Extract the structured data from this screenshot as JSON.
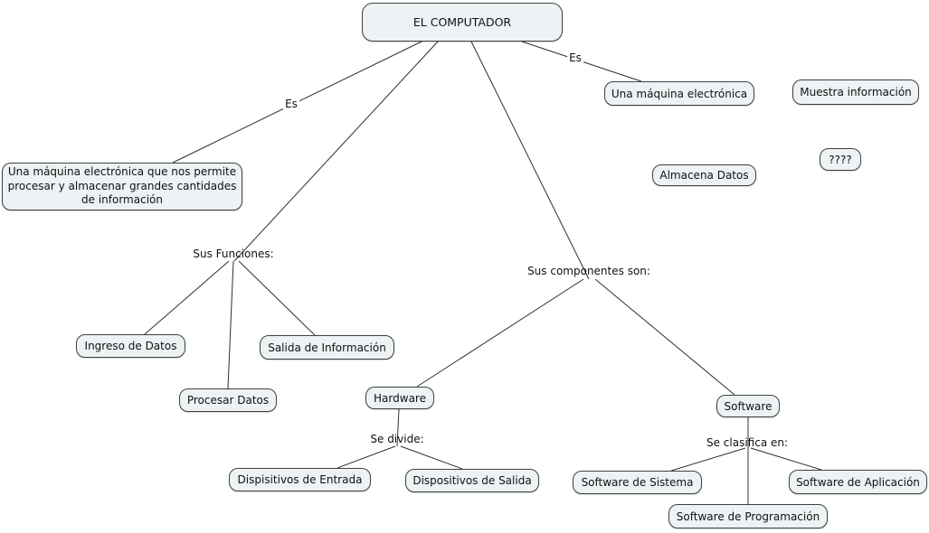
{
  "diagram": {
    "title_node": {
      "label": "EL COMPUTADOR"
    },
    "nodes": {
      "definicion": {
        "lines": [
          "Una máquina electrónica que nos permite",
          "procesar y almacenar grandes cantidades",
          "de información"
        ]
      },
      "una_maquina": {
        "label": "Una máquina electrónica"
      },
      "muestra_informacion": {
        "label": "Muestra información"
      },
      "interrogantes": {
        "label": "????"
      },
      "almacena_datos": {
        "label": "Almacena Datos"
      },
      "ingreso_datos": {
        "label": "Ingreso de Datos"
      },
      "procesar_datos": {
        "label": "Procesar Datos"
      },
      "salida_informacion": {
        "label": "Salida de Información"
      },
      "hardware": {
        "label": "Hardware"
      },
      "software": {
        "label": "Software"
      },
      "disp_entrada": {
        "label": "Dispisitivos de Entrada"
      },
      "disp_salida": {
        "label": "Dispositivos de Salida"
      },
      "sw_sistema": {
        "label": "Software de Sistema"
      },
      "sw_programacion": {
        "label": "Software de Programación"
      },
      "sw_aplicacion": {
        "label": "Software de Aplicación"
      }
    },
    "linking_phrases": {
      "es_left": {
        "label": "Es"
      },
      "es_right": {
        "label": "Es"
      },
      "funciones": {
        "label": "Sus Funciones:"
      },
      "componentes": {
        "label": "Sus componentes son:"
      },
      "se_divide": {
        "label": "Se divide:"
      },
      "se_clasifica": {
        "label": "Se clasifica en:"
      }
    },
    "colors": {
      "node_fill": "#edf2f4",
      "node_border": "#404040",
      "line": "#2f2f2f",
      "background": "#ffffff"
    }
  }
}
